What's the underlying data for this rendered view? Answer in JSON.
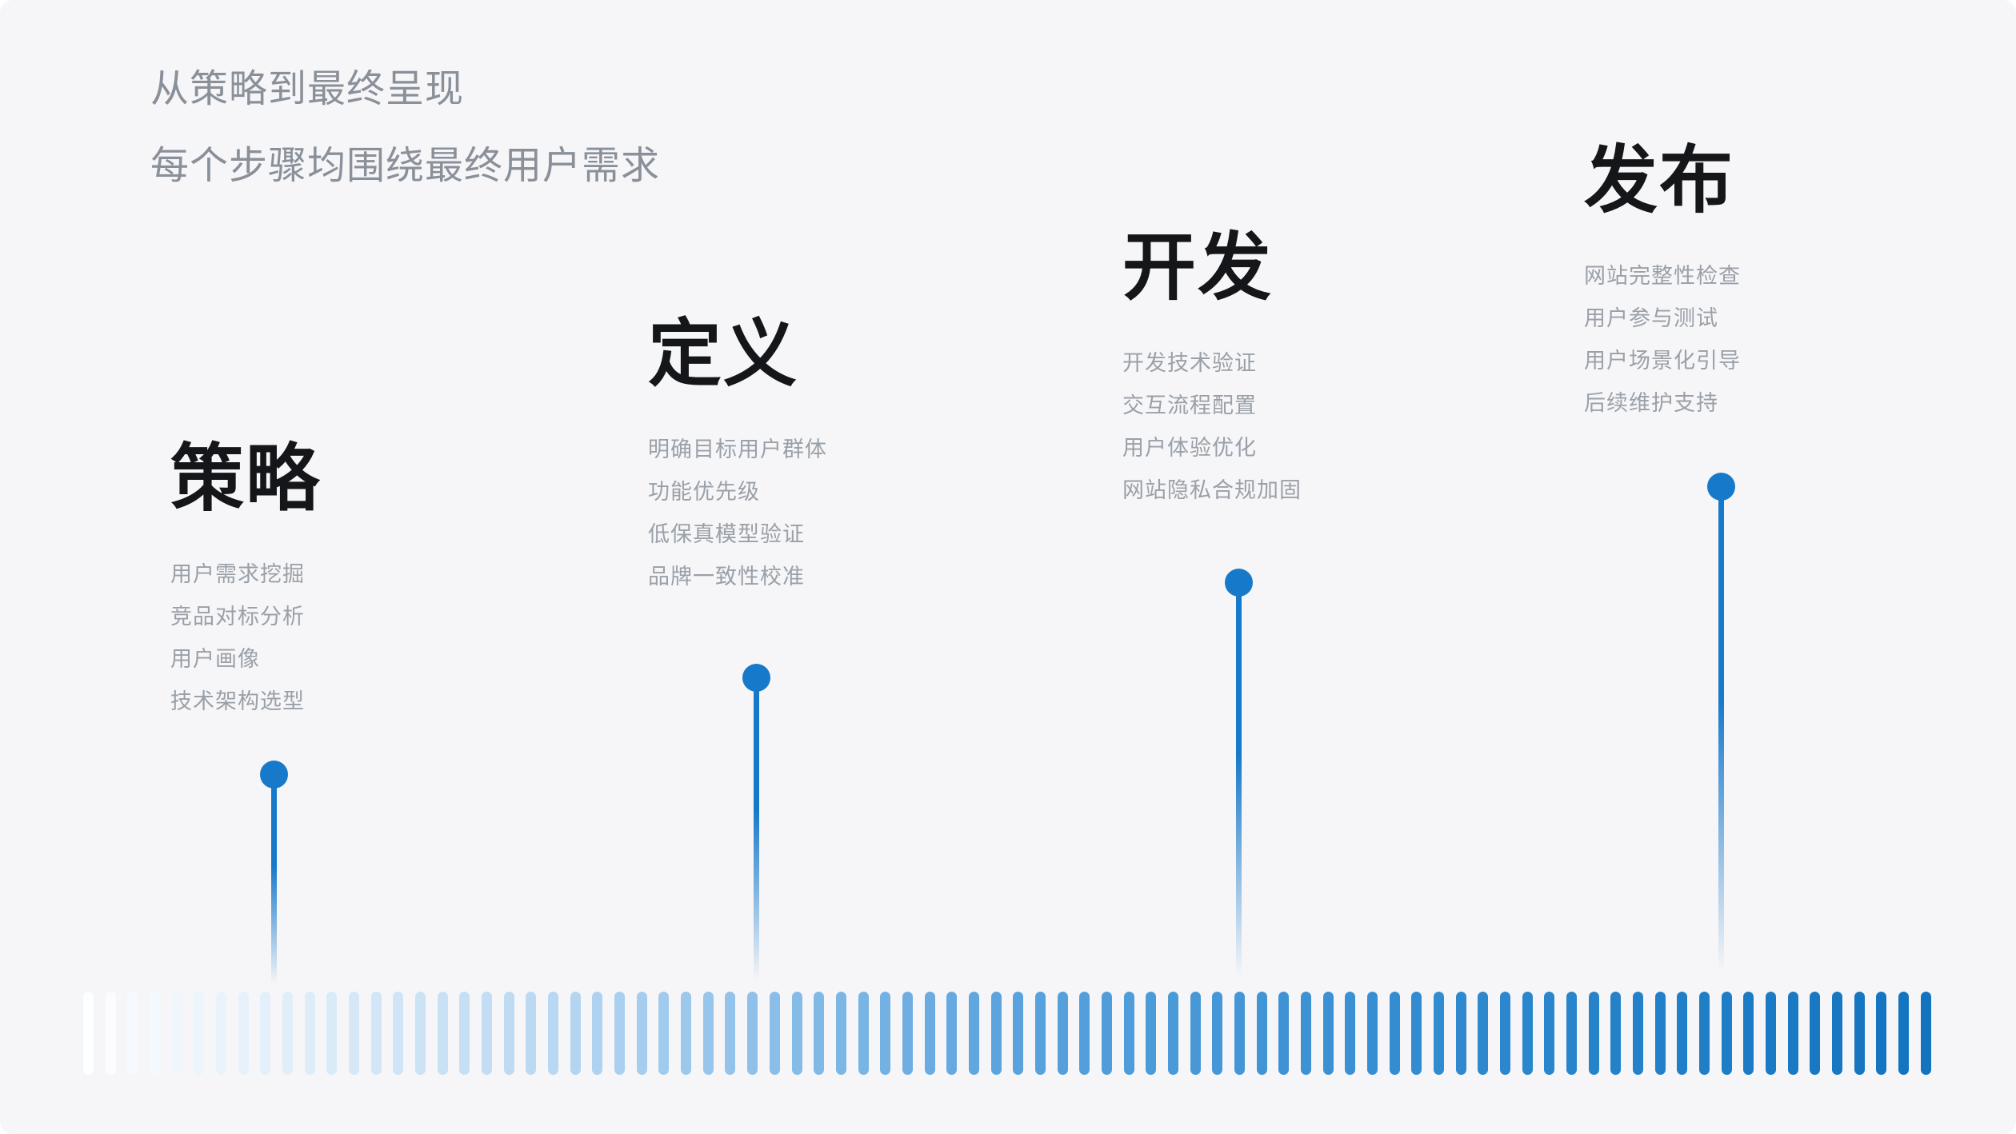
{
  "page": {
    "background": "#f6f6f8",
    "accent": "#1779ca",
    "title_color": "#141619",
    "muted_text_color": "#9aa0a8",
    "header_text_color": "#8a9099"
  },
  "header": {
    "line1": "从策略到最终呈现",
    "line2": "每个步骤均围绕最终用户需求"
  },
  "stages": [
    {
      "title": "策略",
      "items": [
        "用户需求挖掘",
        "竞品对标分析",
        "用户画像",
        "技术架构选型"
      ]
    },
    {
      "title": "定义",
      "items": [
        "明确目标用户群体",
        "功能优先级",
        "低保真模型验证",
        "品牌一致性校准"
      ]
    },
    {
      "title": "开发",
      "items": [
        "开发技术验证",
        "交互流程配置",
        "用户体验优化",
        "网站隐私合规加固"
      ]
    },
    {
      "title": "发布",
      "items": [
        "网站完整性检查",
        "用户参与测试",
        "用户场景化引导",
        "后续维护支持"
      ]
    }
  ],
  "timeline_bar": {
    "dash_count": 84,
    "gradient_stops": [
      "#fdfeff",
      "#b9d8f2",
      "#5aa3dd",
      "#2e89cf",
      "#1273be"
    ]
  }
}
